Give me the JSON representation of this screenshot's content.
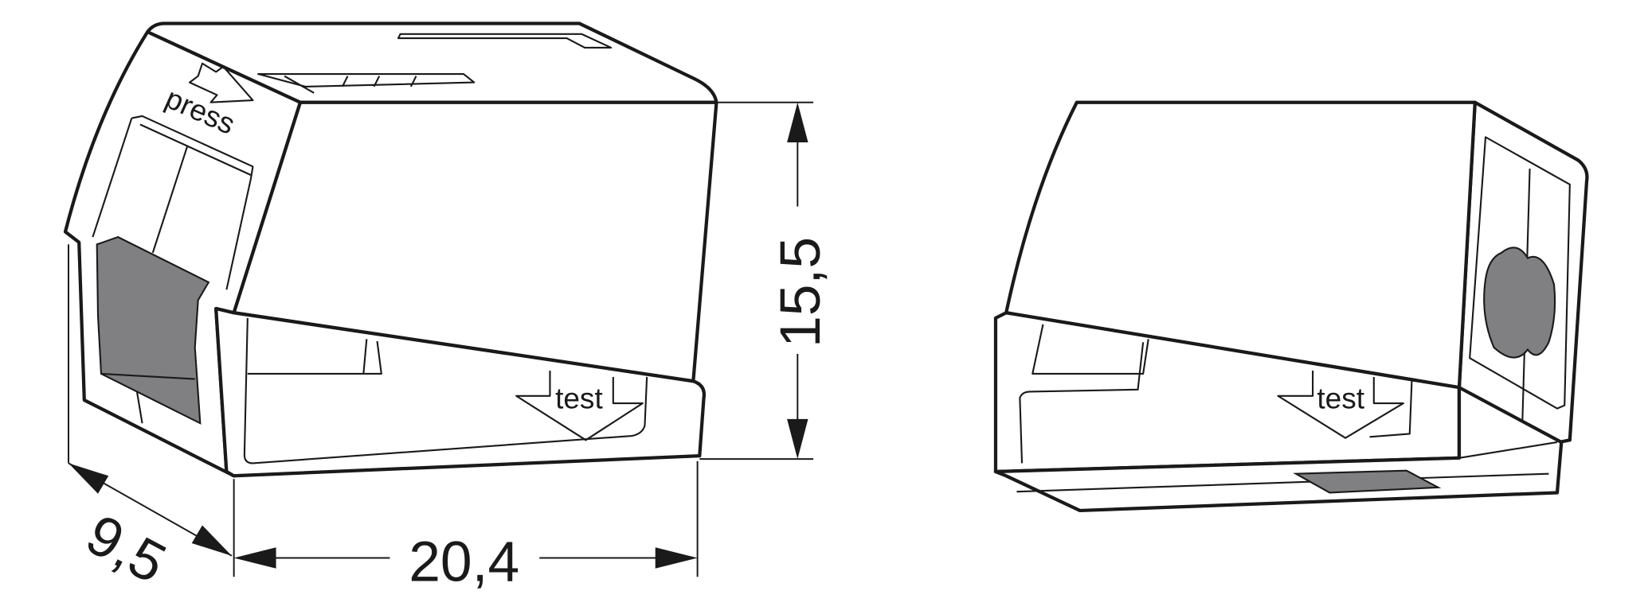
{
  "colors": {
    "line": "#1a1a1a",
    "fill": "#ffffff",
    "shade": "#808083"
  },
  "left_view": {
    "press_label": "press",
    "test_label": "test"
  },
  "right_view": {
    "test_label": "test"
  },
  "dimensions": {
    "height": "15,5",
    "width": "20,4",
    "depth": "9,5"
  }
}
